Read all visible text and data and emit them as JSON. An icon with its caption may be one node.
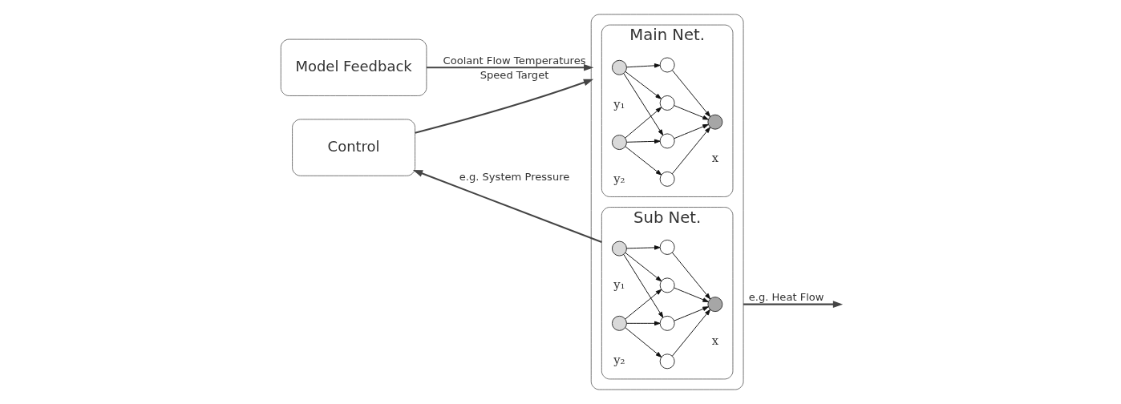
{
  "diagram": {
    "nodes": [
      {
        "text": [
          "Model Feedback"
        ]
      },
      {
        "text": [
          "Control"
        ]
      },
      {
        "text": [],
        "shape": "box"
      },
      {
        "text": [
          "Main Net."
        ],
        "in": 2
      },
      {
        "text": [
          "Sub Net."
        ],
        "in": 2
      },
      {
        "text": [],
        "shape": "circle",
        "in": 3,
        "beside": [
          "y₁"
        ]
      },
      {
        "text": [],
        "shape": "circle",
        "in": 3,
        "beside": [
          "y₂"
        ]
      },
      {
        "text": [],
        "shape": "circle",
        "in": 3
      },
      {
        "text": [],
        "shape": "circle",
        "in": 3
      },
      {
        "text": [],
        "shape": "circle",
        "in": 3
      },
      {
        "text": [],
        "shape": "circle",
        "in": 3
      },
      {
        "text": [],
        "shape": "circle",
        "in": 3,
        "beside": [
          "x"
        ]
      },
      {
        "text": [],
        "shape": "circle",
        "in": 4,
        "beside": [
          "y₁"
        ]
      },
      {
        "text": [],
        "shape": "circle",
        "in": 4,
        "beside": [
          "y₂"
        ]
      },
      {
        "text": [],
        "shape": "circle",
        "in": 4
      },
      {
        "text": [],
        "shape": "circle",
        "in": 4
      },
      {
        "text": [],
        "shape": "circle",
        "in": 4
      },
      {
        "text": [],
        "shape": "circle",
        "in": 4
      },
      {
        "text": [],
        "shape": "circle",
        "in": 4,
        "beside": [
          "x"
        ]
      }
    ],
    "edges": [
      {
        "from": 0,
        "to": 2,
        "arrow": "to",
        "label": "Coolant Flow Temperatures"
      },
      {
        "from": 1,
        "to": 2,
        "arrow": "to",
        "label": "Speed Target"
      },
      {
        "from": 2,
        "to": null,
        "arrow": "to",
        "label": "e.g. Heat Flow"
      },
      {
        "from": 4,
        "to": 1,
        "arrow": "to",
        "label": "e.g. System Pressure"
      },
      {
        "from": 5,
        "to": 7,
        "arrow": "to"
      },
      {
        "from": 5,
        "to": 8,
        "arrow": "to"
      },
      {
        "from": 5,
        "to": 9,
        "arrow": "to"
      },
      {
        "from": 6,
        "to": 8,
        "arrow": "to"
      },
      {
        "from": 6,
        "to": 9,
        "arrow": "to"
      },
      {
        "from": 6,
        "to": 10,
        "arrow": "to"
      },
      {
        "from": 7,
        "to": 11,
        "arrow": "to"
      },
      {
        "from": 8,
        "to": 11,
        "arrow": "to"
      },
      {
        "from": 9,
        "to": 11,
        "arrow": "to"
      },
      {
        "from": 10,
        "to": 11,
        "arrow": "to"
      },
      {
        "from": 12,
        "to": 14,
        "arrow": "to"
      },
      {
        "from": 12,
        "to": 15,
        "arrow": "to"
      },
      {
        "from": 12,
        "to": 16,
        "arrow": "to"
      },
      {
        "from": 13,
        "to": 15,
        "arrow": "to"
      },
      {
        "from": 13,
        "to": 16,
        "arrow": "to"
      },
      {
        "from": 13,
        "to": 17,
        "arrow": "to"
      },
      {
        "from": 14,
        "to": 18,
        "arrow": "to"
      },
      {
        "from": 15,
        "to": 18,
        "arrow": "to"
      },
      {
        "from": 16,
        "to": 18,
        "arrow": "to"
      },
      {
        "from": 17,
        "to": 18,
        "arrow": "to"
      }
    ]
  }
}
